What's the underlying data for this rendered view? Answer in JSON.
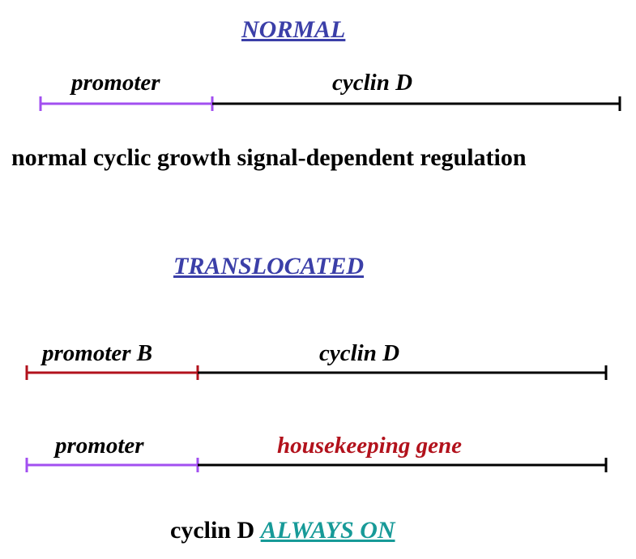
{
  "normal": {
    "heading": "NORMAL",
    "promoter_label": "promoter",
    "gene_label": "cyclin D",
    "caption": "normal cyclic growth signal-dependent regulation"
  },
  "translocated": {
    "heading": "TRANSLOCATED",
    "row1": {
      "promoter_label": "promoter B",
      "gene_label": "cyclin D"
    },
    "row2": {
      "promoter_label": "promoter",
      "gene_label": "housekeeping gene"
    },
    "caption_prefix": "cyclin D",
    "caption_emphasis": "ALWAYS ON"
  },
  "colors": {
    "heading": "#3b3fa8",
    "promoter_purple": "#a24ff0",
    "promoter_red": "#b2121c",
    "gene_line": "#000000",
    "housekeeping_text": "#b2121c",
    "always_on": "#179a98"
  }
}
